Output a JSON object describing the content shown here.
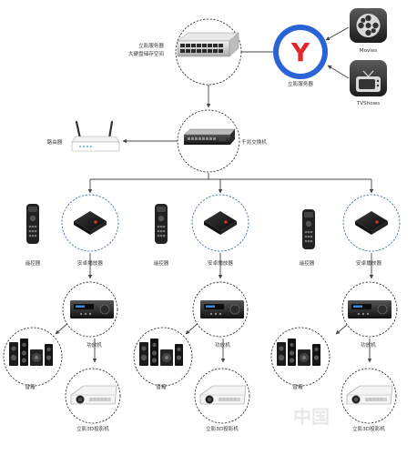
{
  "colors": {
    "server_ring": "#2a62d8",
    "server_logo": "#e3262c",
    "player_ring": "#2b5fb3",
    "wire": "#444444"
  },
  "labels": {
    "server_desc_line1": "立影服务器",
    "server_desc_line2": "大硬盘储存空间",
    "media_server": "立影服务器",
    "movies": "Movies",
    "tvshows": "TVShows",
    "router": "路由器",
    "switch": "千兆交换机",
    "remote": "遥控器",
    "player": "安卓播放器",
    "amplifier": "功放机",
    "speakers": "音箱",
    "projector": "立影3D投影机"
  },
  "icons": {
    "media_server_logo": "Y",
    "movies_icon": "film-reel-icon",
    "tvshows_icon": "retro-tv-icon"
  },
  "watermark": "中国"
}
